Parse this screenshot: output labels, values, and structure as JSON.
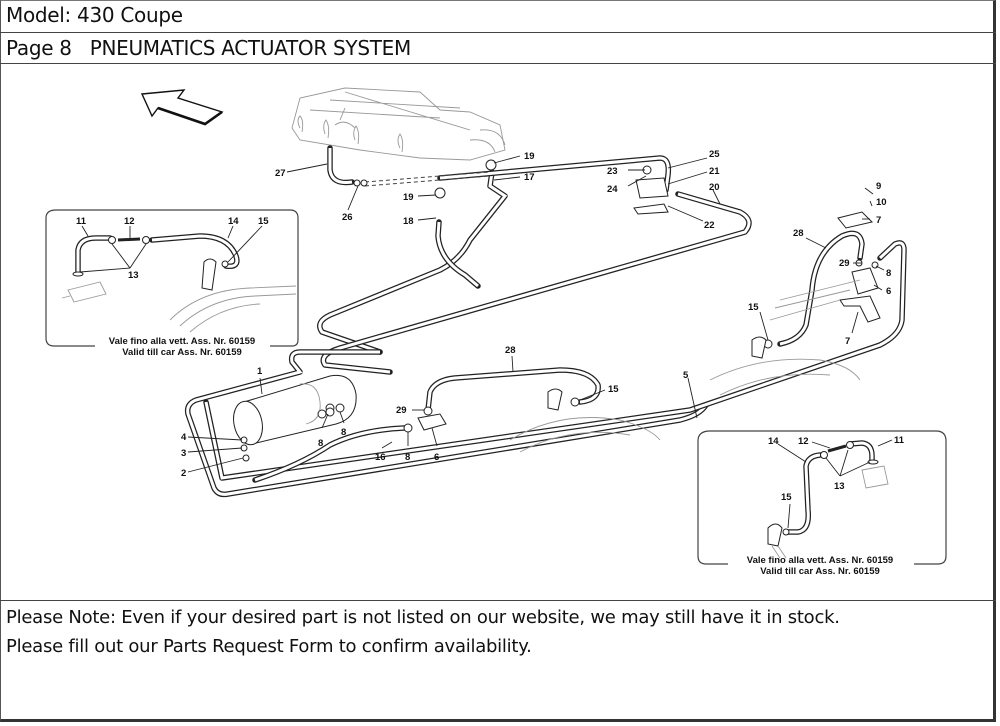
{
  "header": {
    "model_label": "Model: 430 Coupe",
    "page_number": "Page 8",
    "page_title": "PNEUMATICS ACTUATOR SYSTEM"
  },
  "diagram": {
    "direction_arrow": "arrow-icon",
    "callouts": {
      "c1": "1",
      "c2": "2",
      "c3": "3",
      "c4": "4",
      "c5": "5",
      "c6a": "6",
      "c6b": "6",
      "c7a": "7",
      "c7b": "7",
      "c8a": "8",
      "c8b": "8",
      "c8c": "8",
      "c8d": "8",
      "c9": "9",
      "c10": "10",
      "c15a": "15",
      "c15b": "15",
      "c16": "16",
      "c17": "17",
      "c18": "18",
      "c19a": "19",
      "c19b": "19",
      "c20": "20",
      "c21": "21",
      "c22": "22",
      "c23": "23",
      "c24": "24",
      "c25": "25",
      "c26": "26",
      "c27": "27",
      "c28a": "28",
      "c28b": "28",
      "c29a": "29",
      "c29b": "29"
    },
    "inset_left": {
      "callouts": {
        "c11": "11",
        "c12": "12",
        "c13": "13",
        "c14": "14",
        "c15": "15"
      },
      "caption_line1": "Vale fino alla vett. Ass. Nr. 60159",
      "caption_line2": "Valid till car Ass. Nr. 60159"
    },
    "inset_right": {
      "callouts": {
        "c11": "11",
        "c12": "12",
        "c13": "13",
        "c14": "14",
        "c15": "15"
      },
      "caption_line1": "Vale fino alla vett. Ass. Nr. 60159",
      "caption_line2": "Valid till car Ass. Nr. 60159"
    }
  },
  "note": {
    "line1": "Please Note: Even if your desired part is not listed on our website, we may still have it in stock.",
    "line2": "Please fill out our Parts Request Form to confirm availability."
  }
}
